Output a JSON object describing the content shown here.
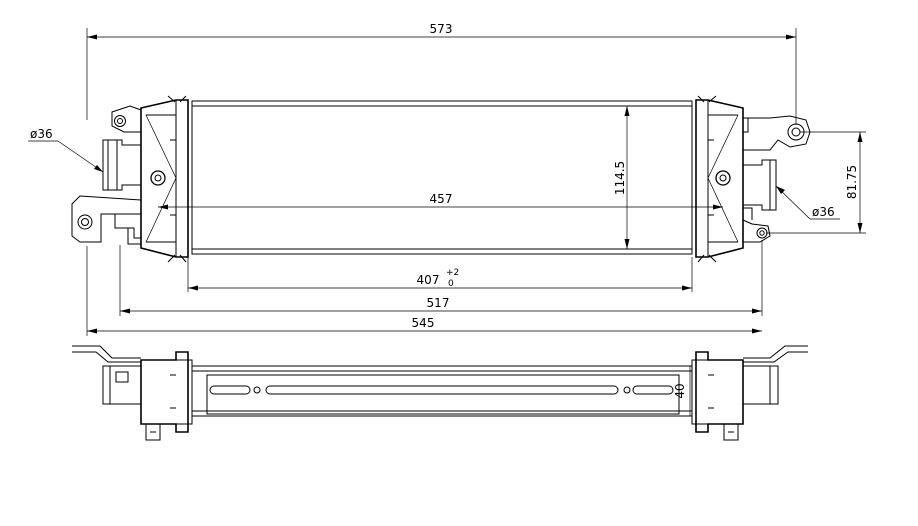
{
  "dimensions": {
    "overall_top": "573",
    "core_width": "457",
    "core_tolerance_base": "407",
    "core_tolerance_upper": "+2",
    "core_tolerance_lower": "0",
    "mount_span": "517",
    "overall_bottom": "545",
    "core_height": "114.5",
    "port_offset": "81.75",
    "inlet_diameter": "ø36",
    "outlet_diameter": "ø36",
    "side_depth": "40"
  }
}
